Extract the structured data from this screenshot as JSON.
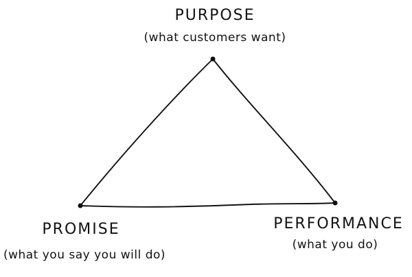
{
  "diagram": {
    "type": "triangle",
    "nodes": {
      "purpose": {
        "title": "PURPOSE",
        "caption": "(what customers want)"
      },
      "promise": {
        "title": "PROMISE",
        "caption": "(what you say you will do)"
      },
      "performance": {
        "title": "PERFORMANCE",
        "caption": "(what you do)"
      }
    },
    "edges": [
      [
        "purpose",
        "promise"
      ],
      [
        "promise",
        "performance"
      ],
      [
        "performance",
        "purpose"
      ]
    ]
  }
}
